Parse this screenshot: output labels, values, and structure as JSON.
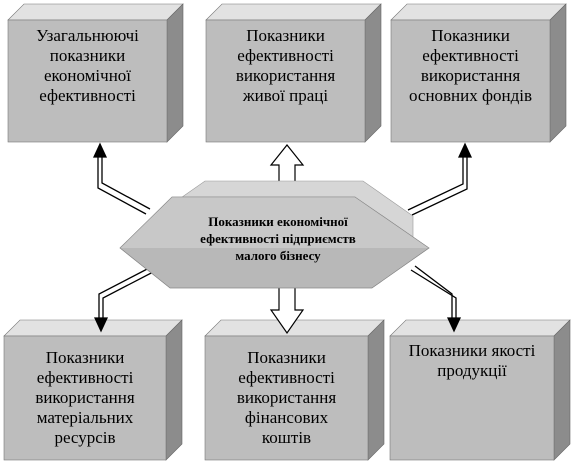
{
  "center": {
    "lines": [
      "Показники економічної",
      "ефективності підприємств",
      "малого бізнесу"
    ]
  },
  "boxes": {
    "top_left": {
      "lines": [
        "Узагальнюючі",
        "показники",
        "економічної",
        "ефективності"
      ]
    },
    "top_mid": {
      "lines": [
        "Показники",
        "ефективності",
        "використання",
        "живої праці"
      ]
    },
    "top_right": {
      "lines": [
        "Показники",
        "ефективності",
        "використання",
        "основних фондів"
      ]
    },
    "bot_left": {
      "lines": [
        "Показники",
        "ефективності",
        "використання",
        "матеріальних",
        "ресурсів"
      ]
    },
    "bot_mid": {
      "lines": [
        "Показники",
        "ефективності",
        "використання",
        "фінансових",
        "коштів"
      ]
    },
    "bot_right": {
      "lines": [
        "Показники якості",
        "продукції"
      ]
    }
  },
  "colors": {
    "box_front": "#bdbdbd",
    "box_top": "#e2e2e2",
    "box_side": "#8c8c8c",
    "octagon_fill": "#b8b8b8",
    "octagon_edge": "#d8d8d8"
  }
}
